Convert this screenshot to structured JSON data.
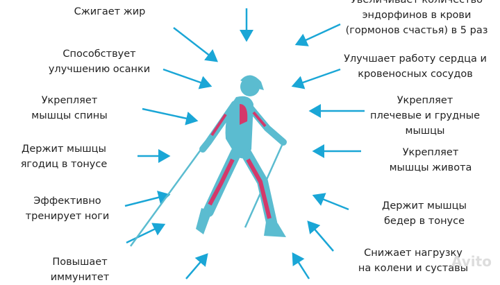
{
  "colors": {
    "arrow": "#1aa6d6",
    "body": "#5bbcd0",
    "muscle": "#d4386a"
  },
  "watermark": "Avito",
  "left_labels": [
    {
      "lines": [
        "Сжигает жир"
      ]
    },
    {
      "lines": [
        "Способствует",
        "улучшению осанки"
      ]
    },
    {
      "lines": [
        "Укрепляет",
        "мышцы спины"
      ]
    },
    {
      "lines": [
        "Держит мышцы",
        "ягодиц в тонусе"
      ]
    },
    {
      "lines": [
        "Эффективно",
        "тренирует ноги"
      ]
    },
    {
      "lines": [
        "Повышает",
        "иммунитет"
      ]
    }
  ],
  "right_labels": [
    {
      "lines": [
        "Увеличивает количество",
        "эндорфинов в крови",
        "(гормонов счастья) в 5 раз"
      ]
    },
    {
      "lines": [
        "Улучшает работу сердца и",
        "кровеносных сосудов"
      ]
    },
    {
      "lines": [
        "Укрепляет",
        "плечевые и грудные",
        "мышцы"
      ]
    },
    {
      "lines": [
        "Укрепляет",
        "мышцы живота"
      ]
    },
    {
      "lines": [
        "Держит мышцы",
        "бедер в тонусе"
      ]
    },
    {
      "lines": [
        "Снижает нагрузку",
        "на колени и суставы"
      ]
    }
  ]
}
